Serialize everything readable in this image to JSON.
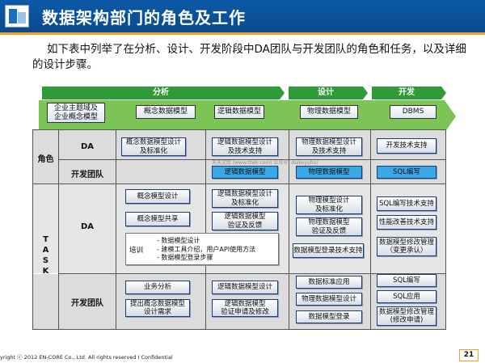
{
  "header": {
    "title": "数据架构部门的角色及工作"
  },
  "intro": "如下表中列举了在分析、设计、开发阶段中DA团队与开发团队的角色和任务，以及详细的设计步骤。",
  "phases": {
    "analysis": "分析",
    "design": "设计",
    "dev": "开发"
  },
  "process": {
    "p1": "企业主题域及\n企业概念模型",
    "p2": "概念数据模型",
    "p3": "逻辑数据模型",
    "p4": "物理数据模型",
    "p5": "DBMS"
  },
  "table": {
    "role_label": "角色",
    "task_label": "T\nA\nS\nK",
    "da": "DA",
    "dev_team": "开发团队",
    "role_da": {
      "c1": "概念数据模型设计\n及标准化",
      "c2": "逻辑数据模型设计\n及技术支持",
      "c3": "物理数据模型设计\n及技术支持",
      "c4": "开发技术支持"
    },
    "role_dev": {
      "c2": "逻辑数据模型",
      "c3": "物理数据模型",
      "c4": "SQL编写"
    },
    "task_da": {
      "a1": "概念模型设计",
      "a2": "概念模型共享",
      "b1": "逻辑数据模型设计\n及标准化",
      "b2": "逻辑数据模型\n验证及反馈",
      "c1": "物理模型设计\n及标准化",
      "c2": "物理数据模型\n验证及反馈",
      "c3": "数据模型登录技术支持",
      "d1": "SQL编写技术支持",
      "d2": "性能改善技术支持",
      "d3": "数据模型修改管理\n（变更承认）"
    },
    "training": {
      "label": "培训",
      "items": "- 数据模型设计\n- 建模工具介绍，用户API使用方法\n- 数据模型登录步骤"
    },
    "task_dev": {
      "a1": "业务分析",
      "a2": "提出概念数据模型\n设计需求",
      "b1": "逻辑数据模型设计",
      "b2": "逻辑数据模型\n验证申请及修改",
      "c1": "数据标准应用",
      "c2": "物理数据模型设计",
      "c3": "数据模型登录",
      "d1": "SQL编写",
      "d2": "SQL应用",
      "d3": "数据模型修改管理\n(修改申请)"
    }
  },
  "watermark": "天天文库 (www.ttwk.com) 公众号: daikeyuhui",
  "footer": "yright ⓒ 2012 EN-CORE Co., Ltd. All rights reserved  I  Confidential",
  "page_number": "21"
}
